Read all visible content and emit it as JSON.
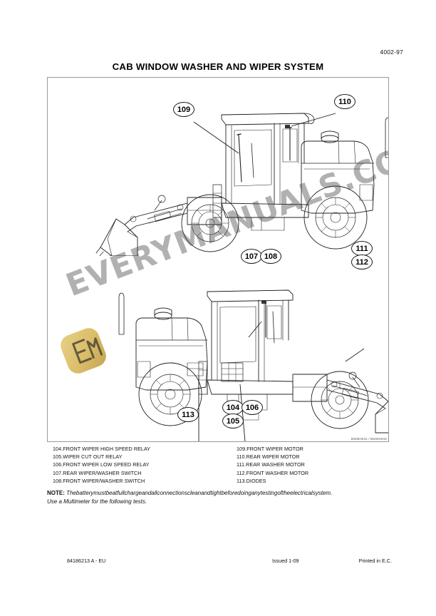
{
  "header": {
    "page_number": "4002-97",
    "title": "CAB WINDOW WASHER AND WIPER SYSTEM"
  },
  "figure": {
    "reference_code": "BS06H241 / BS06H242",
    "callouts_top": [
      {
        "label": "109"
      },
      {
        "label": "110"
      }
    ],
    "callouts_bottom": [
      {
        "label": "107"
      },
      {
        "label": "108"
      },
      {
        "label": "111"
      },
      {
        "label": "112"
      },
      {
        "label": "113"
      },
      {
        "label": "104"
      },
      {
        "label": "106"
      },
      {
        "label": "105"
      }
    ]
  },
  "watermark": {
    "text": "EVERYMANUALS.COM",
    "badge_color": "#d4b24e"
  },
  "legend": {
    "left_column": [
      "104.FRONT WIPER HIGH SPEED RELAY",
      "105.WIPER CUT OUT RELAY",
      "106.FRONT WIPER LOW SPEED RELAY",
      "107.REAR WIPER/WASHER SWITCH",
      "108.FRONT WIPER/WASHER SWITCH"
    ],
    "right_column": [
      "109.FRONT WIPER MOTOR",
      "110.REAR WIPER MOTOR",
      "111.REAR WASHER MOTOR",
      "112.FRONT WASHER MOTOR",
      "113.DIODES"
    ]
  },
  "note": {
    "label": "NOTE:",
    "line1": "Thebatterymustbeatfullchargeandallconnectionscleanandtightbeforedoinganytestingoftheelectricalsystem.",
    "line2": "Use a Multimeter for the following tests."
  },
  "footer": {
    "left": "84186213 A - EU",
    "center": "Issued 1-09",
    "right": "Printed in E.C."
  }
}
